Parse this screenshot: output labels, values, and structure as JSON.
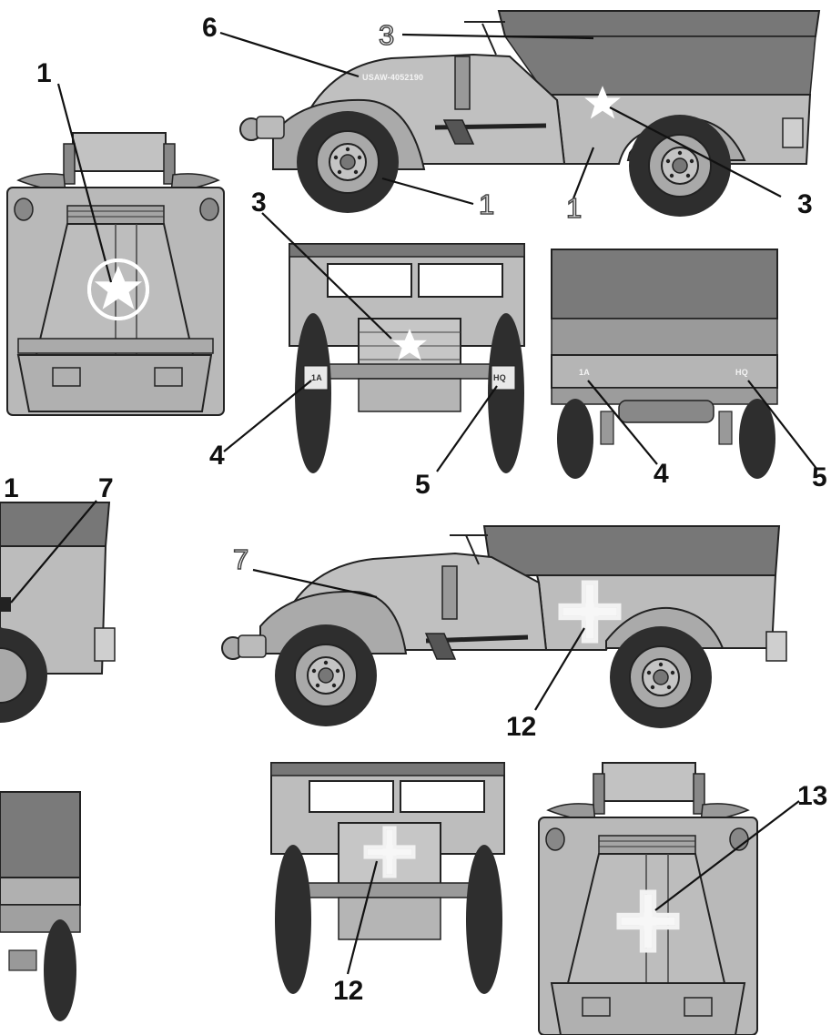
{
  "callouts": {
    "c1_top": "1",
    "c6": "6",
    "c3_side": "3",
    "c1_wheel": "1",
    "c1_hull": "1",
    "c3_right": "3",
    "c3_front": "3",
    "c4_front": "4",
    "c5_front": "5",
    "c4_rear": "4",
    "c5_rear": "5",
    "c1_left": "1",
    "c7_left": "7",
    "c7_side": "7",
    "c12_side": "12",
    "c12_front": "12",
    "c13": "13"
  },
  "markings": {
    "serial": "USAW-4052190",
    "unit_1a_front": "1A",
    "unit_1a_rear": "1A",
    "hq_front": "HQ",
    "hq_rear": "HQ"
  },
  "colors": {
    "body_fill": "#b9b9b9",
    "canvas_top": "#777777",
    "tire": "#303030",
    "ink": "#111111",
    "insignia": "#ffffff"
  }
}
